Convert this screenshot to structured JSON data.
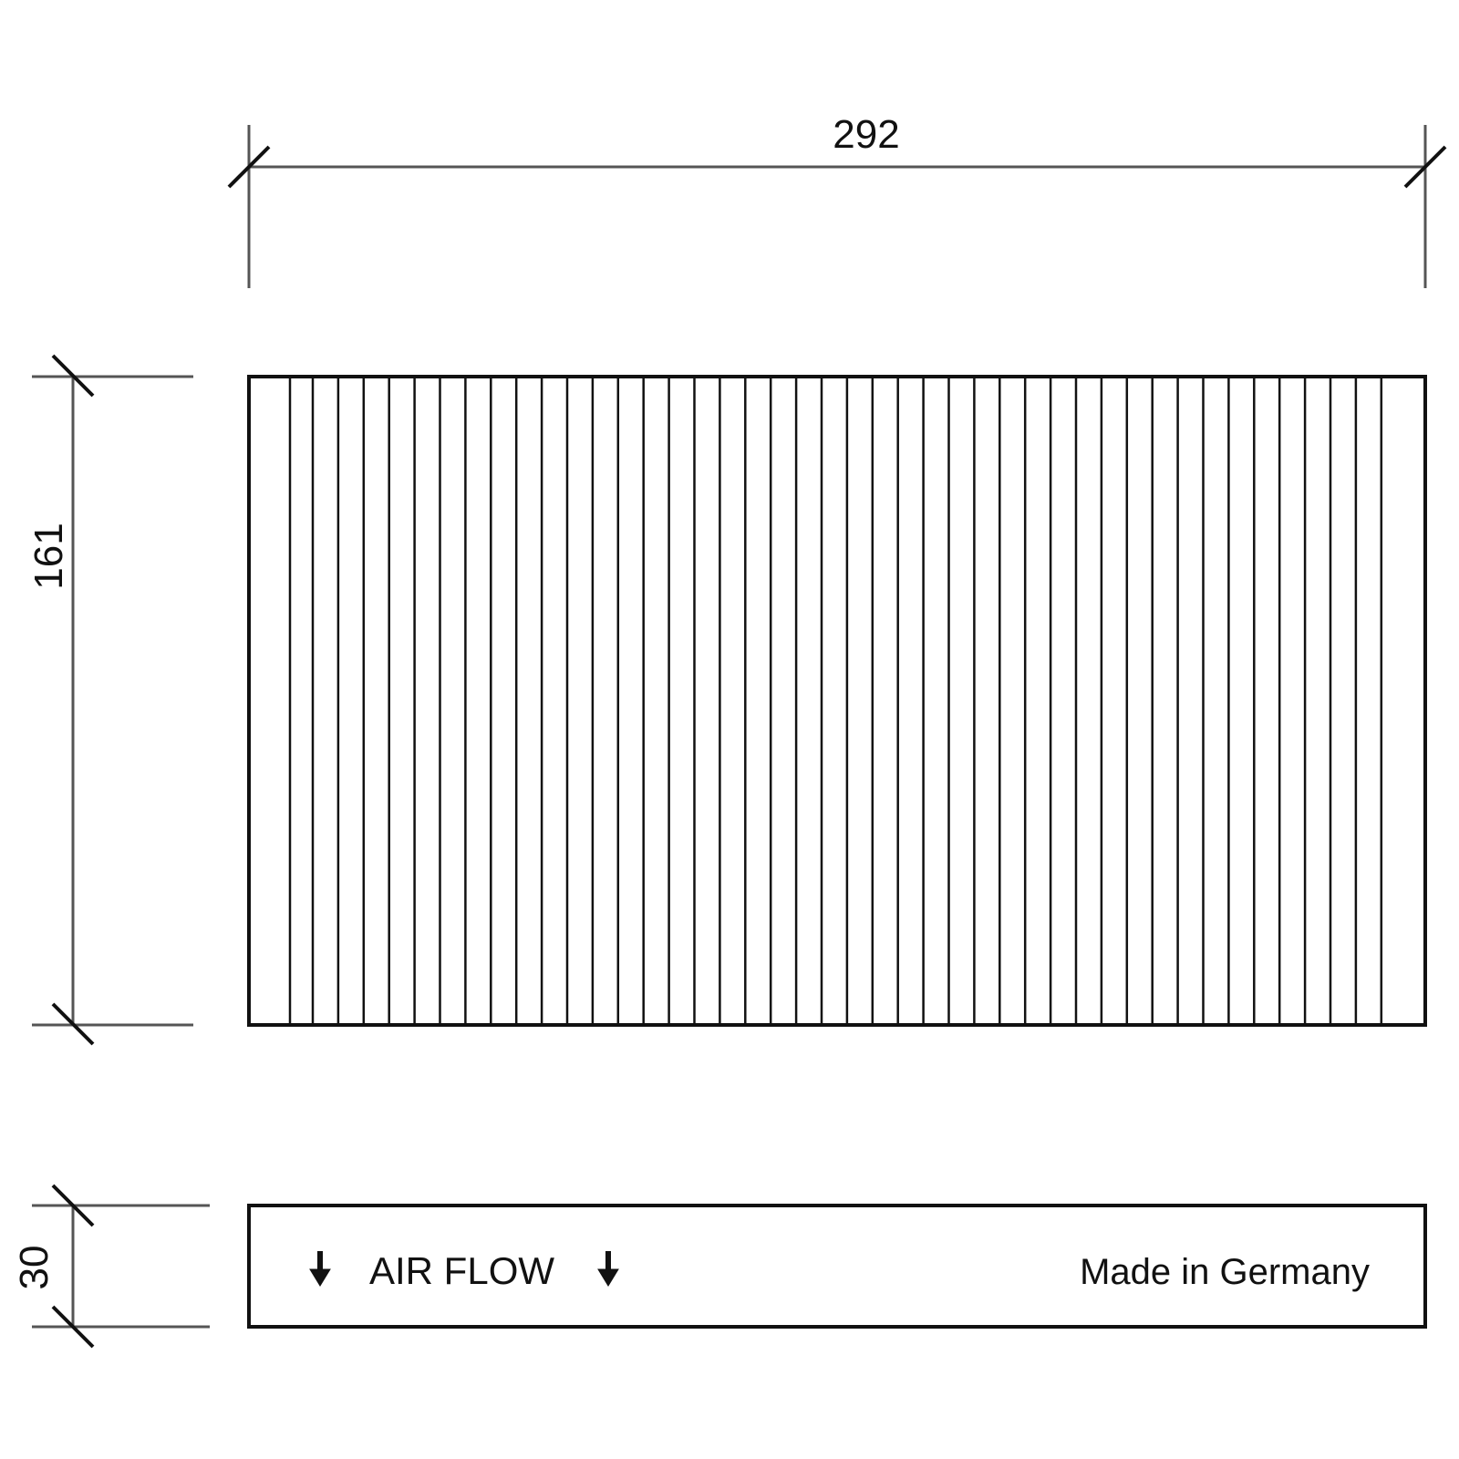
{
  "dimensions": {
    "width": "292",
    "height": "161",
    "thickness": "30"
  },
  "labels": {
    "airflow": "AIR FLOW",
    "origin": "Made in Germany"
  },
  "pleat_count": 44,
  "colors": {
    "line": "#111111",
    "dim_line": "#555555"
  }
}
